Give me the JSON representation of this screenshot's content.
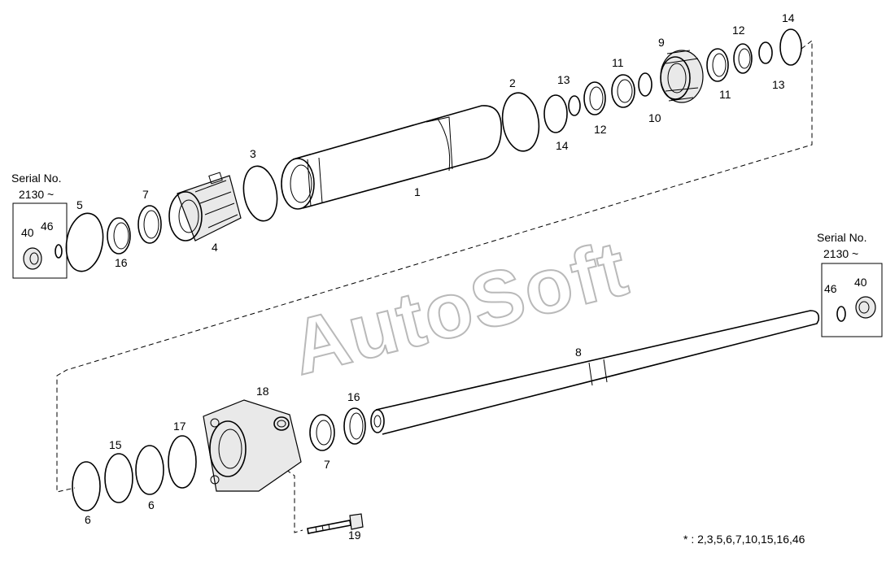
{
  "serial_boxes": [
    {
      "title": "Serial No.",
      "range": "2130 ~",
      "part_a": "40",
      "part_b": "46"
    },
    {
      "title": "Serial No.",
      "range": "2130 ~",
      "part_a": "46",
      "part_b": "40"
    }
  ],
  "part_labels": {
    "p1": "1",
    "p2": "2",
    "p3": "3",
    "p4": "4",
    "p5": "5",
    "p6a": "6",
    "p6b": "6",
    "p7a": "7",
    "p7b": "7",
    "p8": "8",
    "p9": "9",
    "p10": "10",
    "p11a": "11",
    "p11b": "11",
    "p12a": "12",
    "p12b": "12",
    "p13a": "13",
    "p13b": "13",
    "p14a": "14",
    "p14b": "14",
    "p15": "15",
    "p16a": "16",
    "p16b": "16",
    "p17": "17",
    "p18": "18",
    "p19": "19"
  },
  "watermark": "AutoSoft",
  "footnote": "* : 2,3,5,6,7,10,15,16,46",
  "colors": {
    "line": "#000000",
    "watermark_stroke": "#b9b9b9",
    "background": "#ffffff"
  }
}
